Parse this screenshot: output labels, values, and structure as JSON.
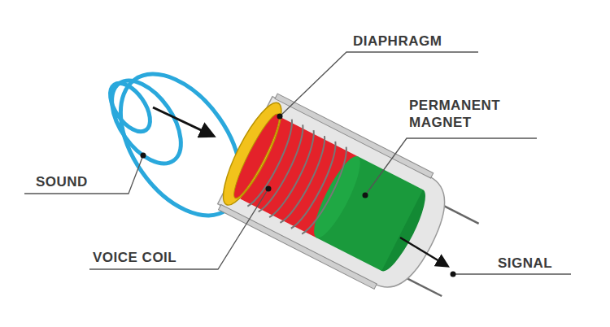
{
  "diagram": {
    "labels": [
      "DIAPHRAGM",
      "PERMANENT MAGNET",
      "SOUND",
      "VOICE COIL",
      "SIGNAL"
    ]
  }
}
